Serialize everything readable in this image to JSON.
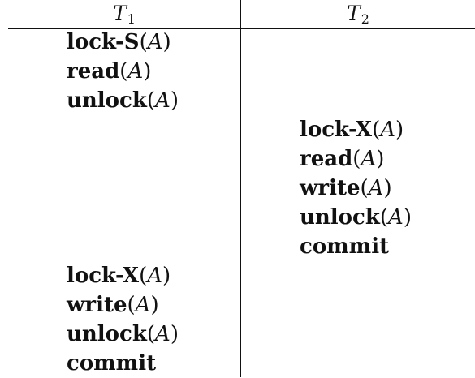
{
  "headers": {
    "t1": {
      "letter": "T",
      "sub": "1"
    },
    "t2": {
      "letter": "T",
      "sub": "2"
    }
  },
  "rows": [
    {
      "col": "t1",
      "kw": "lock-S",
      "var": "A"
    },
    {
      "col": "t1",
      "kw": "read",
      "var": "A"
    },
    {
      "col": "t1",
      "kw": "unlock",
      "var": "A"
    },
    {
      "col": "t2",
      "kw": "lock-X",
      "var": "A"
    },
    {
      "col": "t2",
      "kw": "read",
      "var": "A"
    },
    {
      "col": "t2",
      "kw": "write",
      "var": "A"
    },
    {
      "col": "t2",
      "kw": "unlock",
      "var": "A"
    },
    {
      "col": "t2",
      "kw": "commit",
      "var": ""
    },
    {
      "col": "t1",
      "kw": "lock-X",
      "var": "A"
    },
    {
      "col": "t1",
      "kw": "write",
      "var": "A"
    },
    {
      "col": "t1",
      "kw": "unlock",
      "var": "A"
    },
    {
      "col": "t1",
      "kw": "commit",
      "var": ""
    }
  ]
}
